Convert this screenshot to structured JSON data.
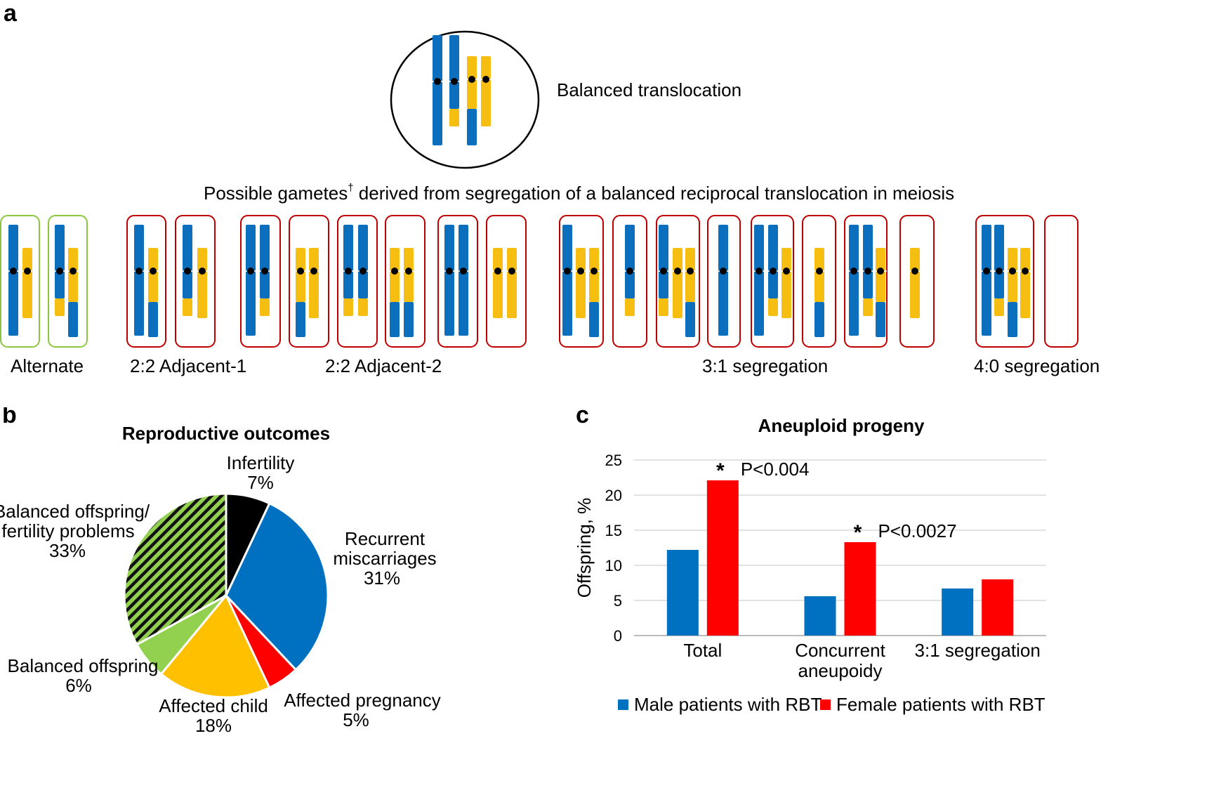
{
  "panel_a": {
    "letter": "a",
    "balanced_translocation_label": "Balanced translocation",
    "gametes_title_main": "Possible gametes",
    "gametes_title_dagger": "†",
    "gametes_title_rest": " derived from segregation of a balanced reciprocal translocation in meiosis",
    "group_labels": [
      "Alternate",
      "2:2 Adjacent-1",
      "2:2 Adjacent-2",
      "3:1 segregation",
      "4:0 segregation"
    ],
    "colors": {
      "blue_chromosome": "#0b6fbe",
      "yellow_chromosome": "#f7be12",
      "green_box": "#8cc63f",
      "red_box": "#c00000"
    }
  },
  "panel_b": {
    "letter": "b",
    "title": "Reproductive outcomes",
    "labels": {
      "infertility": {
        "name": "Infertility",
        "pct": "7%"
      },
      "recurrent": {
        "name_line1": "Recurrent",
        "name_line2": "miscarriages",
        "pct": "31%"
      },
      "affected_pregnancy": {
        "name": "Affected pregnancy",
        "pct": "5%"
      },
      "affected_child": {
        "name": "Affected child",
        "pct": "18%"
      },
      "balanced_offspring": {
        "name": "Balanced offspring",
        "pct": "6%"
      },
      "balanced_fertility": {
        "name_line1": "Balanced offspring/",
        "name_line2": "fertility problems",
        "pct": "33%"
      }
    }
  },
  "panel_c": {
    "letter": "c"
  },
  "chart_data": [
    {
      "type": "pie",
      "title": "Reproductive outcomes",
      "slices": [
        {
          "label": "Infertility",
          "value": 7,
          "color": "#000000"
        },
        {
          "label": "Recurrent miscarriages",
          "value": 31,
          "color": "#0070c0"
        },
        {
          "label": "Affected pregnancy",
          "value": 5,
          "color": "#ff0000"
        },
        {
          "label": "Affected child",
          "value": 18,
          "color": "#ffc000"
        },
        {
          "label": "Balanced offspring",
          "value": 6,
          "color": "#92d050"
        },
        {
          "label": "Balanced offspring/fertility problems",
          "value": 33,
          "color": "#92d050",
          "pattern": "diagonal-hatch"
        }
      ]
    },
    {
      "type": "bar",
      "title": "Aneuploid progeny",
      "categories": [
        "Total",
        "Concurrent aneupoidy",
        "3:1 segregation"
      ],
      "category_lines": [
        [
          "Total"
        ],
        [
          "Concurrent",
          "aneupoidy"
        ],
        [
          "3:1 segregation"
        ]
      ],
      "series": [
        {
          "name": "Male patients with RBT",
          "values": [
            12.2,
            5.6,
            6.7
          ],
          "color": "#0070c0"
        },
        {
          "name": "Female patients with RBT",
          "values": [
            22.1,
            13.3,
            8.0
          ],
          "color": "#ff0000"
        }
      ],
      "ylabel": "Offspring, %",
      "ylim": [
        0,
        25
      ],
      "yticks": [
        "0",
        "5",
        "10",
        "15",
        "20",
        "25"
      ],
      "grid": true,
      "annotations": [
        {
          "category": "Total",
          "star": "*",
          "text": "P<0.004"
        },
        {
          "category": "Concurrent aneupoidy",
          "star": "*",
          "text": "P<0.0027"
        }
      ],
      "legend_position": "bottom"
    }
  ]
}
